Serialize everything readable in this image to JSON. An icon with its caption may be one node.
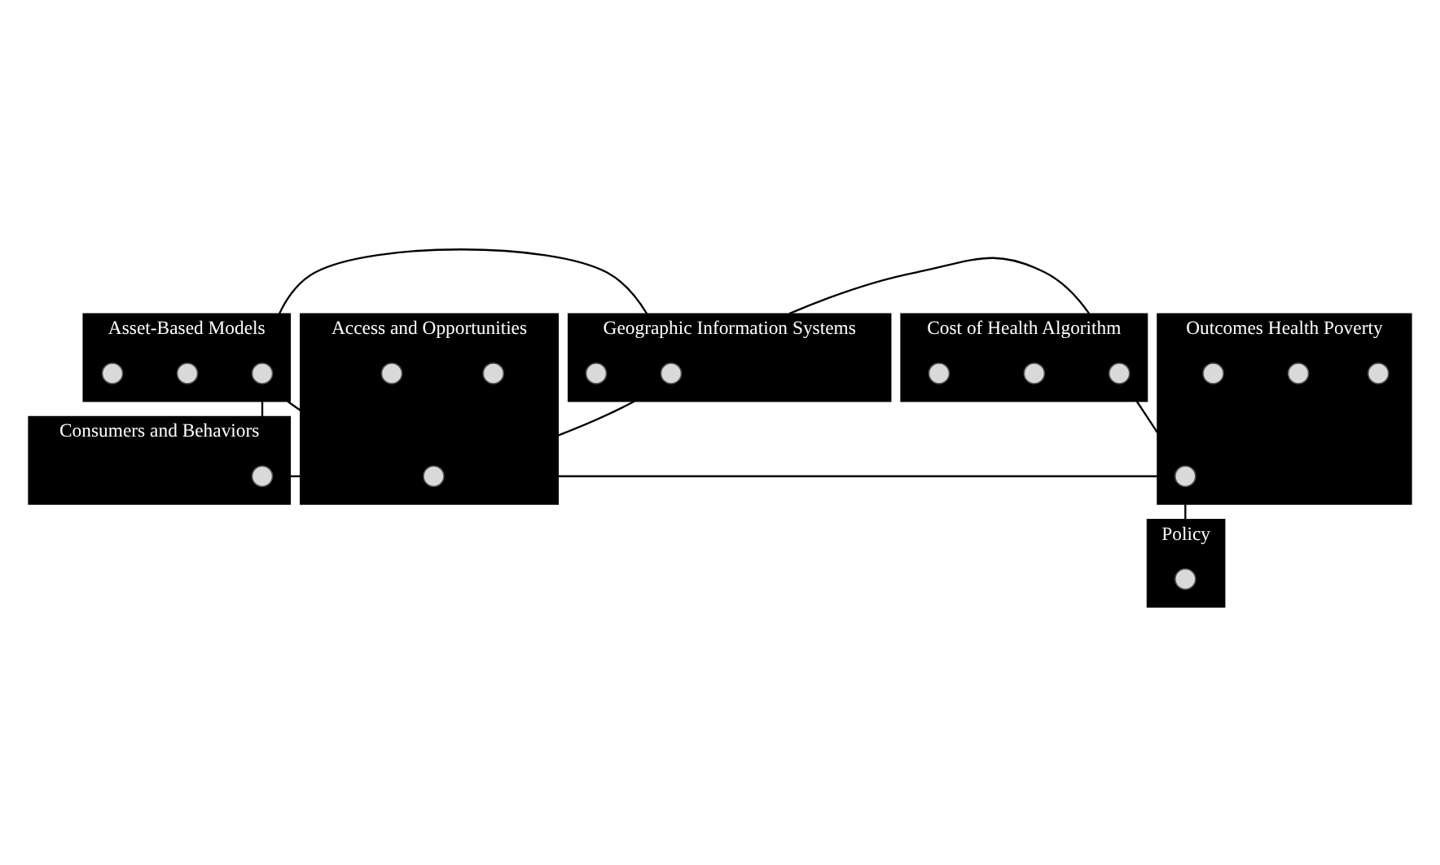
{
  "diagram": {
    "nodes": [
      {
        "text": [
          "Asset-Based Models"
        ]
      },
      {
        "text": [],
        "shape": "circle",
        "in": 0
      },
      {
        "text": [],
        "shape": "circle",
        "in": 0
      },
      {
        "text": [],
        "shape": "circle",
        "in": 0
      },
      {
        "text": [
          "Geographic Information Systems"
        ]
      },
      {
        "text": [],
        "shape": "circle",
        "in": 4
      },
      {
        "text": [],
        "shape": "circle",
        "in": 4
      },
      {
        "text": [
          "Cost of Health Algorithm"
        ]
      },
      {
        "text": [],
        "shape": "circle",
        "in": 7
      },
      {
        "text": [],
        "shape": "circle",
        "in": 7
      },
      {
        "text": [],
        "shape": "circle",
        "in": 7
      },
      {
        "text": [
          "Consumers and Behaviors"
        ]
      },
      {
        "text": [],
        "shape": "circle",
        "in": 11
      },
      {
        "text": [
          "Access and Opportunities"
        ]
      },
      {
        "text": [],
        "shape": "circle",
        "in": 13
      },
      {
        "text": [],
        "shape": "circle",
        "in": 13
      },
      {
        "text": [],
        "shape": "circle",
        "in": 13
      },
      {
        "text": [
          "Outcomes Health Poverty"
        ]
      },
      {
        "text": [],
        "shape": "circle",
        "in": 17
      },
      {
        "text": [],
        "shape": "circle",
        "in": 17
      },
      {
        "text": [],
        "shape": "circle",
        "in": 17
      },
      {
        "text": [],
        "shape": "circle",
        "in": 17
      },
      {
        "text": [
          "Policy"
        ]
      },
      {
        "text": [],
        "shape": "circle",
        "in": 22
      }
    ],
    "edges": [
      {
        "from": 0,
        "to": 4,
        "arrow": "none"
      },
      {
        "from": 4,
        "to": 7,
        "arrow": "none"
      },
      {
        "from": 0,
        "to": 11,
        "arrow": "none"
      },
      {
        "from": 0,
        "to": 13,
        "arrow": "none"
      },
      {
        "from": 4,
        "to": 13,
        "arrow": "none"
      },
      {
        "from": 7,
        "to": 17,
        "arrow": "none"
      },
      {
        "from": 11,
        "to": 13,
        "arrow": "none"
      },
      {
        "from": 13,
        "to": 17,
        "arrow": "none"
      },
      {
        "from": 17,
        "to": 22,
        "arrow": "none"
      }
    ]
  }
}
